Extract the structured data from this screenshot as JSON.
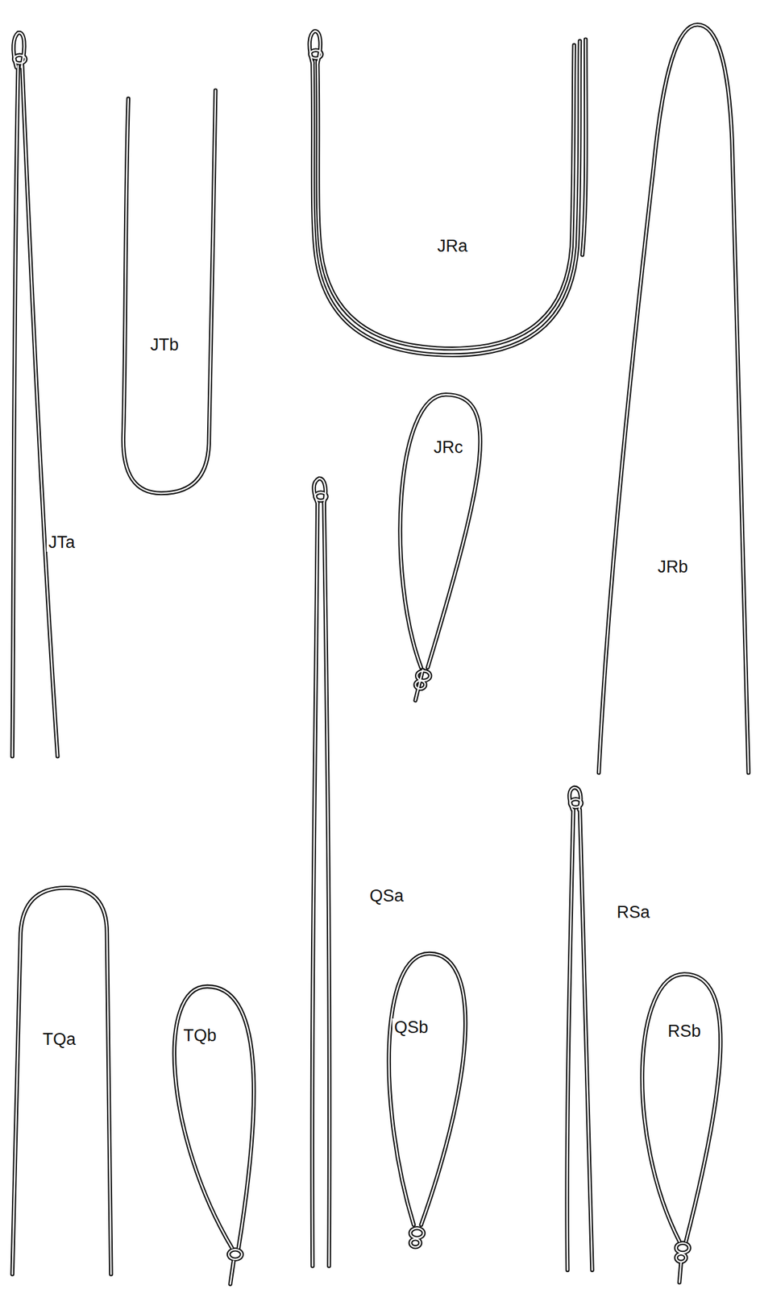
{
  "diagram": {
    "labels": [
      "JRa",
      "JTb",
      "JRc",
      "JTa",
      "JRb",
      "QSa",
      "RSa",
      "TQa",
      "TQb",
      "QSb",
      "RSb"
    ]
  }
}
